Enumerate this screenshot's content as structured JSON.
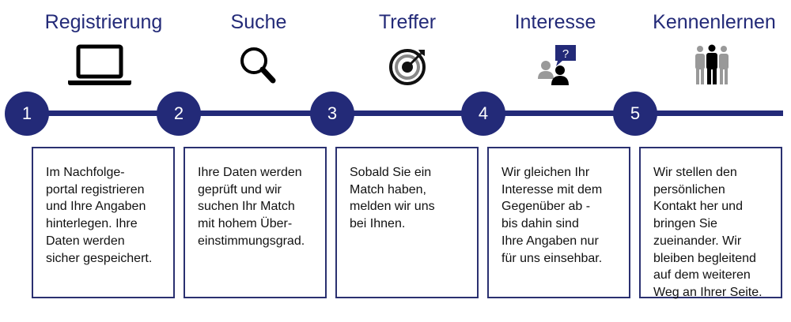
{
  "accent_color": "#232a78",
  "steps": [
    {
      "number": "1",
      "title": "Registrierung",
      "icon": "laptop-icon",
      "text": "Im Nachfolge-\nportal registrieren\nund Ihre Angaben\nhinterlegen. Ihre\nDaten werden\nsicher gespeichert."
    },
    {
      "number": "2",
      "title": "Suche",
      "icon": "magnifier-icon",
      "text": "Ihre Daten werden\ngeprüft und wir\nsuchen Ihr Match\nmit hohem Über-\neinstimmungsgrad."
    },
    {
      "number": "3",
      "title": "Treffer",
      "icon": "target-icon",
      "text": "Sobald Sie ein\nMatch haben,\nmelden wir uns\nbei Ihnen."
    },
    {
      "number": "4",
      "title": "Interesse",
      "icon": "question-people-icon",
      "text": "Wir gleichen Ihr\nInteresse mit dem\nGegenüber ab -\nbis dahin sind\nIhre Angaben nur\nfür uns einsehbar."
    },
    {
      "number": "5",
      "title": "Kennenlernen",
      "icon": "group-icon",
      "text": "Wir stellen den\npersönlichen\nKontakt her und\nbringen Sie\nzueinander. Wir\nbleiben begleitend\nauf dem weiteren\nWeg an Ihrer Seite."
    }
  ]
}
